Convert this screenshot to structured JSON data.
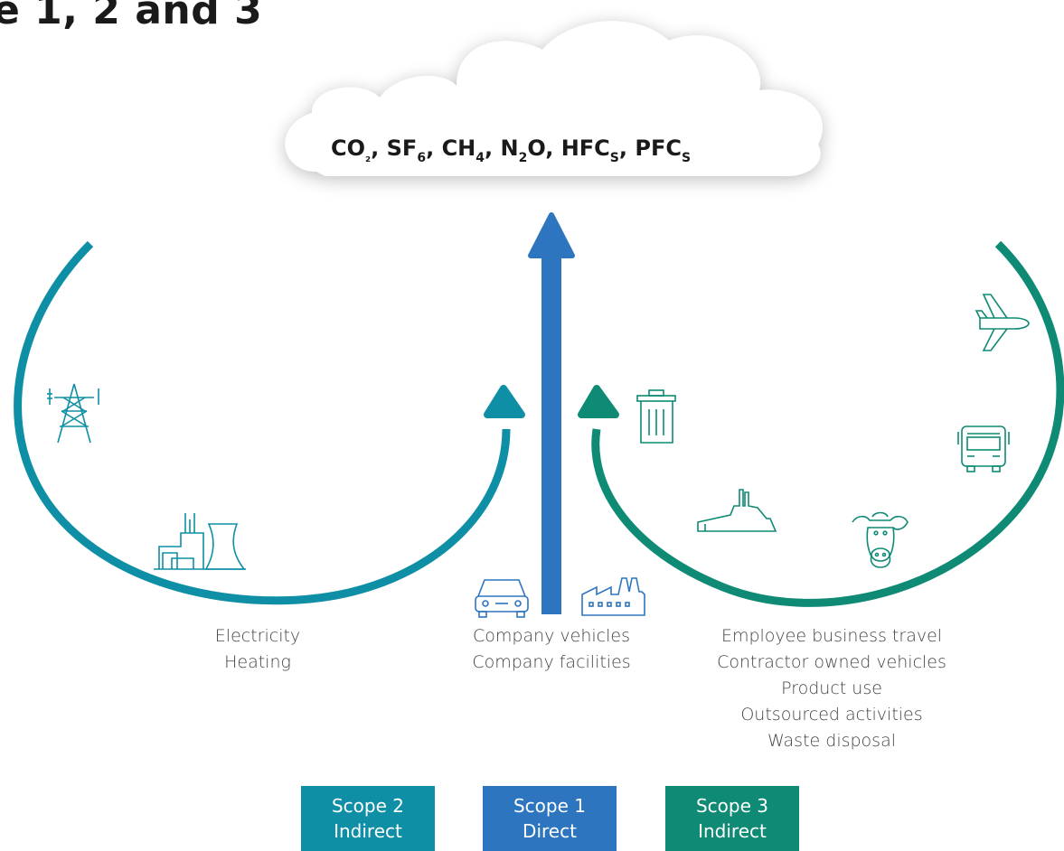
{
  "title": "e 1, 2 and 3",
  "emissions": {
    "gases": [
      {
        "main": "CO",
        "sub": "₂"
      },
      {
        "main": "SF",
        "sub": "6"
      },
      {
        "main": "CH",
        "sub": "4"
      },
      {
        "main": "N",
        "sub": "2",
        "tail": "O"
      },
      {
        "main": "HFC",
        "sub": "S"
      },
      {
        "main": "PFC",
        "sub": "S"
      }
    ]
  },
  "scope2": {
    "lines": [
      "Electricity",
      "Heating"
    ],
    "box": {
      "title": "Scope 2",
      "kind": "Indirect"
    },
    "color": "#0f8fa6",
    "icons": [
      "transmission-tower-icon",
      "power-plant-icon"
    ]
  },
  "scope1": {
    "lines": [
      "Company vehicles",
      "Company facilities"
    ],
    "box": {
      "title": "Scope 1",
      "kind": "Direct"
    },
    "color": "#2e75bf",
    "icons": [
      "car-icon",
      "factory-icon"
    ]
  },
  "scope3": {
    "lines": [
      "Employee business travel",
      "Contractor owned vehicles",
      "Product use",
      "Outsourced activities",
      "Waste disposal"
    ],
    "box": {
      "title": "Scope 3",
      "kind": "Indirect"
    },
    "color": "#0f8a75",
    "icons": [
      "airplane-icon",
      "bus-icon",
      "trash-bin-icon",
      "industrial-site-icon",
      "cow-icon"
    ]
  }
}
